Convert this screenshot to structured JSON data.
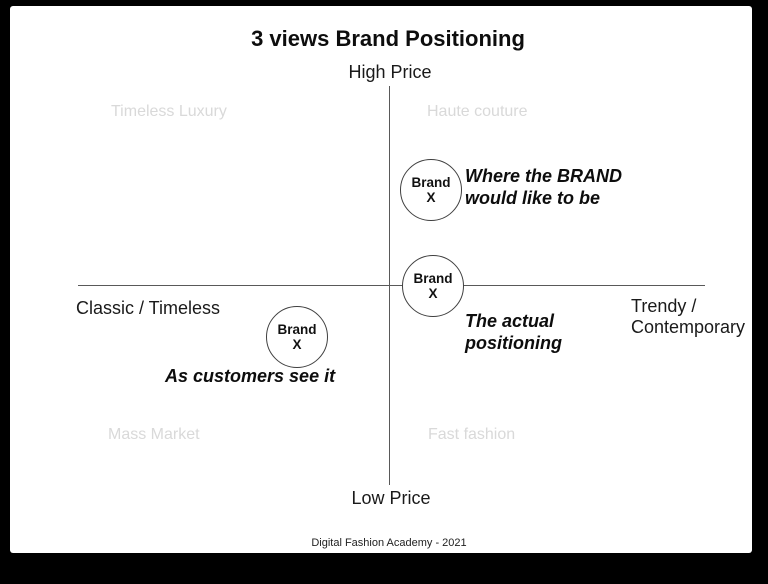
{
  "title": "3 views Brand Positioning",
  "footer": "Digital Fashion Academy - 2021",
  "axes": {
    "top": "High Price",
    "bottom": "Low Price",
    "left": "Classic / Timeless",
    "right": "Trendy /\nContemporary"
  },
  "quadrants": {
    "top_left": "Timeless Luxury",
    "top_right": "Haute couture",
    "bottom_left": "Mass Market",
    "bottom_right": "Fast fashion"
  },
  "brands": [
    {
      "id": "desired",
      "circle_label": "Brand\nX",
      "annotation": "Where the BRAND\nwould like to be"
    },
    {
      "id": "actual",
      "circle_label": "Brand\nX",
      "annotation": "The actual\npositioning"
    },
    {
      "id": "customers",
      "circle_label": "Brand\nX",
      "annotation": "As customers see it"
    }
  ],
  "colors": {
    "frame": "#000000",
    "slide": "#ffffff",
    "axis_line": "#595959",
    "quadrant_label": "#d9d9d9",
    "text": "#111111"
  }
}
